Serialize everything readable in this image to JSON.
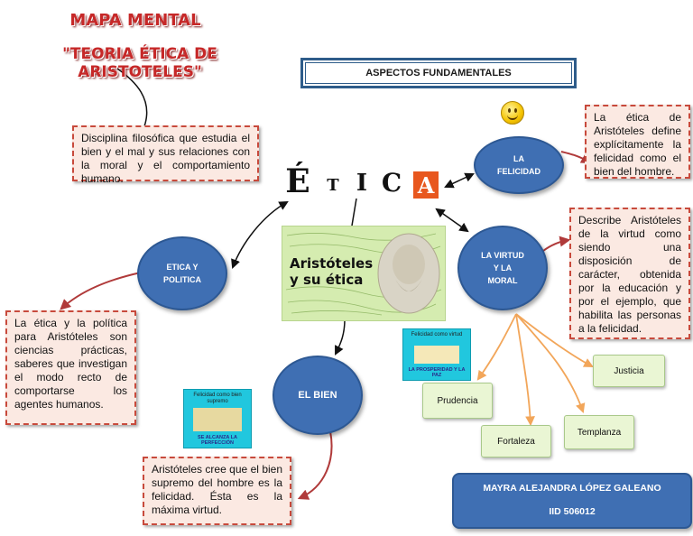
{
  "title": {
    "main": "MAPA MENTAL",
    "sub": "\"TEORIA ÉTICA DE ARISTOTELES\""
  },
  "aspects_label": "ASPECTOS FUNDAMENTALES",
  "center": {
    "word_letters": [
      "É",
      "T",
      "I",
      "C",
      "A"
    ],
    "image_caption_line1": "Aristóteles",
    "image_caption_line2": "y su ética"
  },
  "notes": {
    "definition": "Disciplina filosófica que estudia el bien y el mal y sus relaciones con la moral y el comportamiento humano.",
    "felicidad": "La ética de Aristóteles define explícitamente la felicidad como el bien del hombre.",
    "virtud": "Describe Aristóteles de la virtud como siendo una disposición de carácter, obtenida por la educación y por el ejemplo, que habilita las personas a la felicidad.",
    "politica": "La ética y la política para Aristóteles son ciencias prácticas, saberes que investigan el modo recto de comportarse los agentes humanos.",
    "bien": "Aristóteles cree que el bien supremo del hombre es la felicidad. Ésta es la máxima virtud."
  },
  "nodes": {
    "felicidad": [
      "LA",
      "FELICIDAD"
    ],
    "virtud": [
      "LA VIRTUD",
      "Y LA",
      "MORAL"
    ],
    "politica": [
      "ETICA Y",
      "POLITICA"
    ],
    "bien": [
      "EL BIEN"
    ]
  },
  "virtues": {
    "justicia": "Justicia",
    "prudencia": "Prudencia",
    "fortaleza": "Fortaleza",
    "templanza": "Templanza"
  },
  "cards": {
    "bien_card": {
      "caption": "Felicidad como bien supremo",
      "footer": "SE ALCANZA LA PERFECCIÓN"
    },
    "virtud_card": {
      "caption": "Felicidad como virtud",
      "footer": "LA PROSPERIDAD Y LA PAZ"
    }
  },
  "author": {
    "name": "MAYRA ALEJANDRA LÓPEZ GALEANO",
    "id": "IID 506012"
  },
  "colors": {
    "node_blue": "#3f6fb3",
    "note_bg": "#fbe9e2",
    "note_border": "#c84a3c",
    "title_red": "#c62828",
    "leaf_green": "#eaf6d4",
    "arrow_orange": "#f2a65a"
  }
}
